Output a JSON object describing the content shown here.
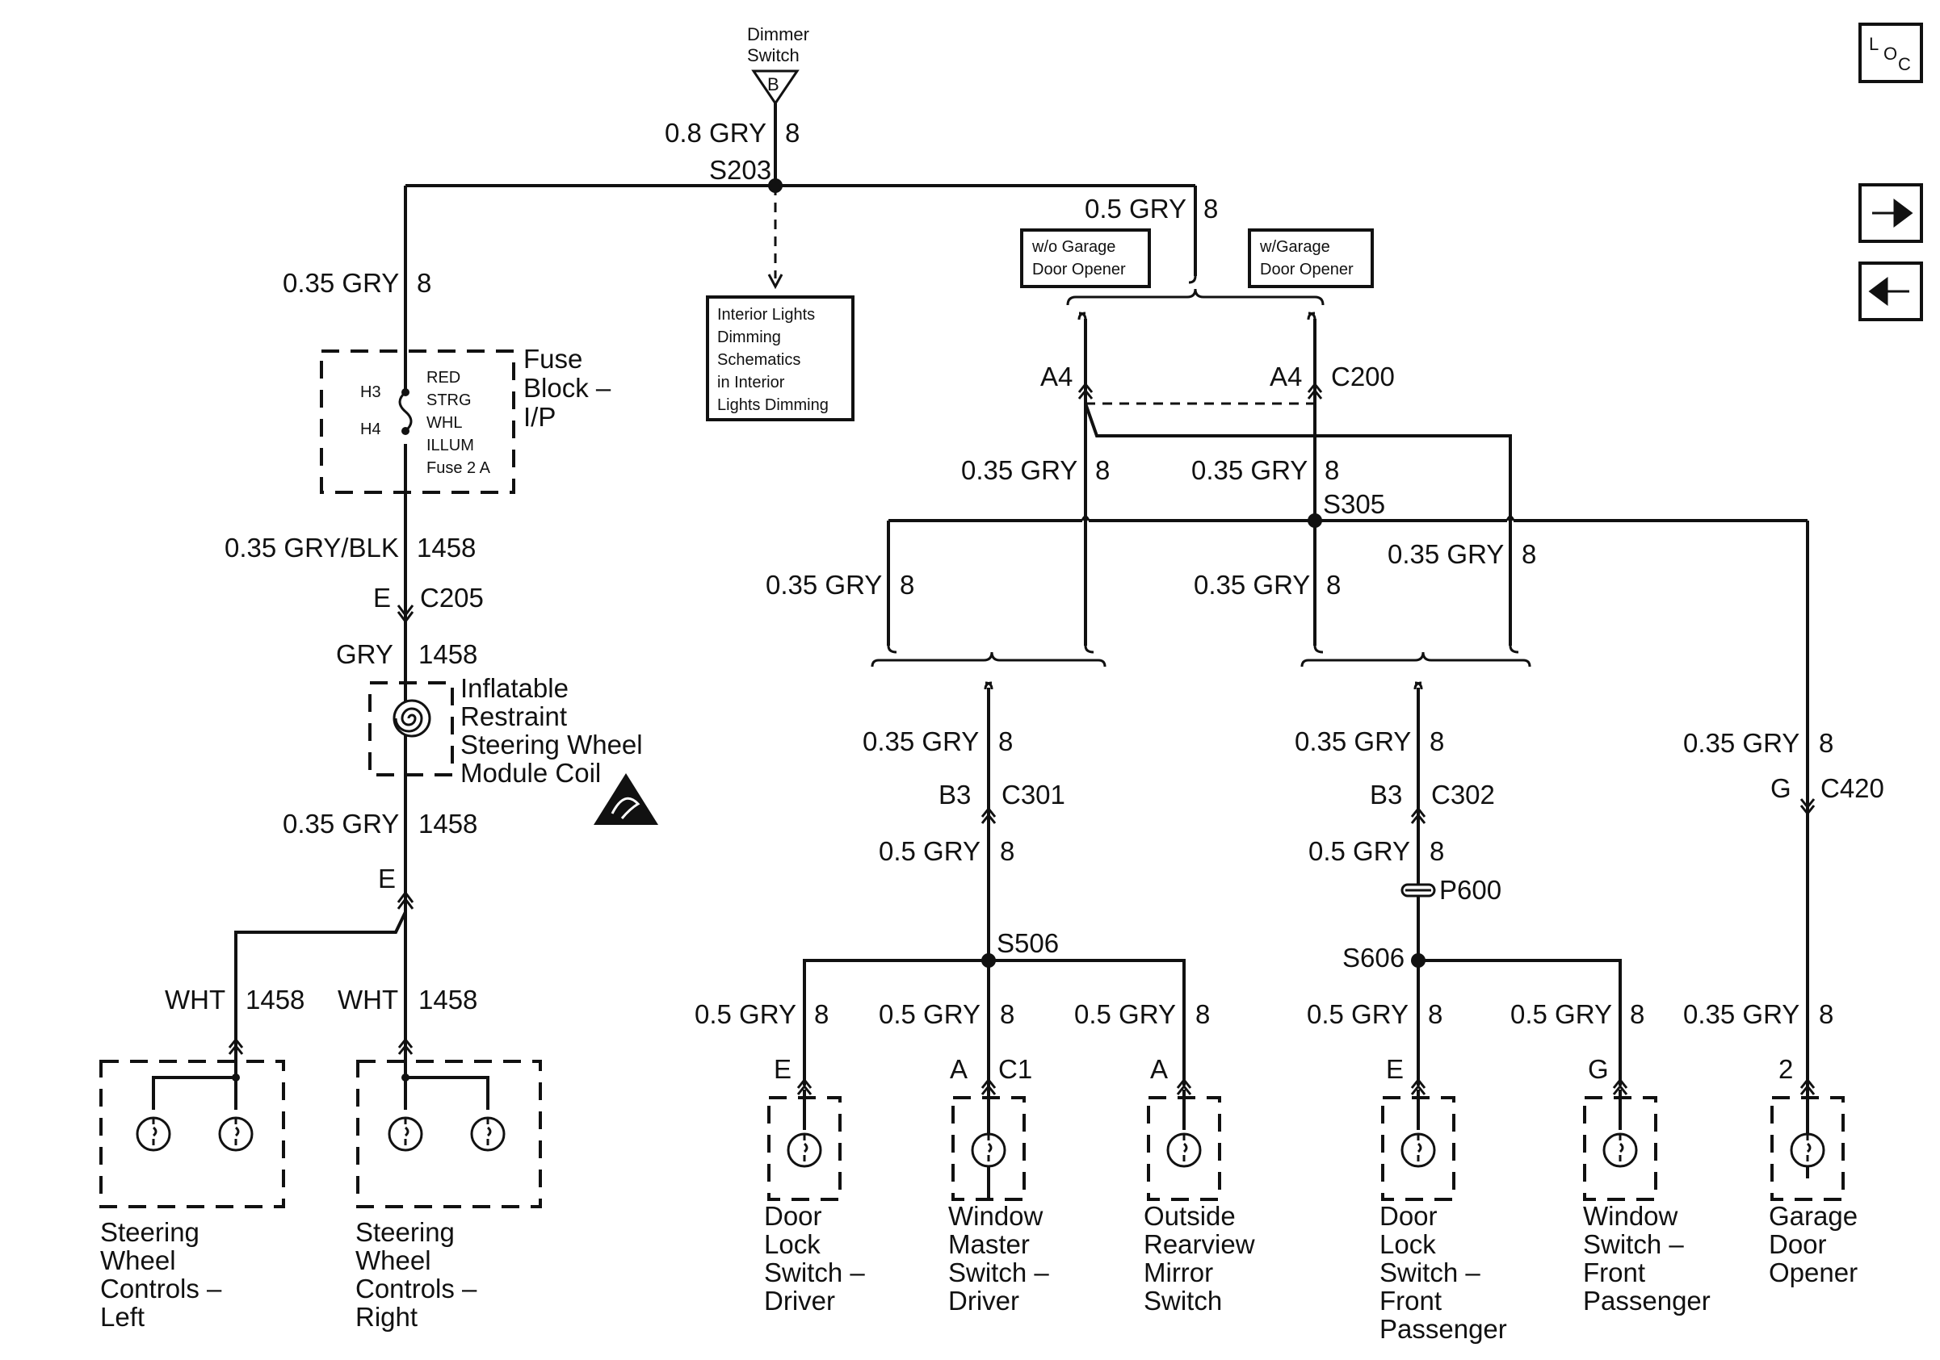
{
  "nav": {
    "loc": {
      "l": "L",
      "o": "O",
      "c": "C"
    },
    "next_icon": "right-arrow-icon",
    "prev_icon": "left-arrow-icon"
  },
  "dimmer": {
    "title1": "Dimmer",
    "title2": "Switch",
    "pin": "B"
  },
  "wires": {
    "w_top": "0.8 GRY",
    "n_top": "8",
    "w_left1": "0.35 GRY",
    "n_left1": "8",
    "w_garage_feed": "0.5 GRY",
    "n_garage_feed": "8",
    "w_left2": "0.35 GRY/BLK",
    "n_left2": "1458",
    "w_left3": "GRY",
    "n_left3": "1458",
    "w_left4": "0.35 GRY",
    "n_left4": "1458",
    "w_whtL": "WHT",
    "n_whtL": "1458",
    "w_whtR": "WHT",
    "n_whtR": "1458",
    "w_a4l": "0.35 GRY",
    "n_a4l": "8",
    "w_a4r": "0.35 GRY",
    "n_a4r": "8",
    "w_busL": "0.35 GRY",
    "n_busL": "8",
    "w_busM": "0.35 GRY",
    "n_busM": "8",
    "w_busR": "0.35 GRY",
    "n_busR": "8",
    "w_c301": "0.35 GRY",
    "n_c301": "8",
    "w_c302": "0.35 GRY",
    "n_c302": "8",
    "w_c420": "0.35 GRY",
    "n_c420": "8",
    "w_c301b": "0.5 GRY",
    "n_c301b": "8",
    "w_c302b": "0.5 GRY",
    "n_c302b": "8",
    "w_d1": "0.5 GRY",
    "n_d1": "8",
    "w_d2": "0.5 GRY",
    "n_d2": "8",
    "w_d3": "0.5 GRY",
    "n_d3": "8",
    "w_d4": "0.5 GRY",
    "n_d4": "8",
    "w_d5": "0.5 GRY",
    "n_d5": "8",
    "w_d6": "0.35 GRY",
    "n_d6": "8"
  },
  "splices": {
    "s203": "S203",
    "s305": "S305",
    "s506": "S506",
    "s606": "S606",
    "p600": "P600"
  },
  "connectors": {
    "e_c205": "E",
    "c205": "C205",
    "e_lower": "E",
    "a4_left": "A4",
    "a4_right": "A4",
    "c200": "C200",
    "b3_c301": "B3",
    "c301": "C301",
    "b3_c302": "B3",
    "c302": "C302",
    "g_c420": "G",
    "c420": "C420",
    "pin_d1": "E",
    "pin_d2": "A",
    "c1": "C1",
    "pin_d3": "A",
    "pin_d4": "E",
    "pin_d5": "G",
    "pin_d6": "2"
  },
  "fuse_block": {
    "h3": "H3",
    "h4": "H4",
    "f1": "RED",
    "f2": "STRG",
    "f3": "WHL",
    "f4": "ILLUM",
    "f5": "Fuse 2 A",
    "name1": "Fuse",
    "name2": "Block –",
    "name3": "I/P"
  },
  "coil": {
    "l1": "Inflatable",
    "l2": "Restraint",
    "l3": "Steering Wheel",
    "l4": "Module Coil"
  },
  "interior_ref": {
    "l1": "Interior Lights",
    "l2": "Dimming",
    "l3": "Schematics",
    "l4": "in Interior",
    "l5": "Lights Dimming"
  },
  "options": {
    "without_l1": "w/o Garage",
    "without_l2": "Door Opener",
    "with_l1": "w/Garage",
    "with_l2": "Door Opener"
  },
  "components": {
    "swc_left": [
      "Steering",
      "Wheel",
      "Controls –",
      "Left"
    ],
    "swc_right": [
      "Steering",
      "Wheel",
      "Controls –",
      "Right"
    ],
    "d1": [
      "Door",
      "Lock",
      "Switch –",
      "Driver"
    ],
    "d2": [
      "Window",
      "Master",
      "Switch –",
      "Driver"
    ],
    "d3": [
      "Outside",
      "Rearview",
      "Mirror",
      "Switch"
    ],
    "d4": [
      "Door",
      "Lock",
      "Switch –",
      "Front",
      "Passenger"
    ],
    "d5": [
      "Window",
      "Switch –",
      "Front",
      "Passenger"
    ],
    "d6": [
      "Garage",
      "Door",
      "Opener"
    ]
  }
}
